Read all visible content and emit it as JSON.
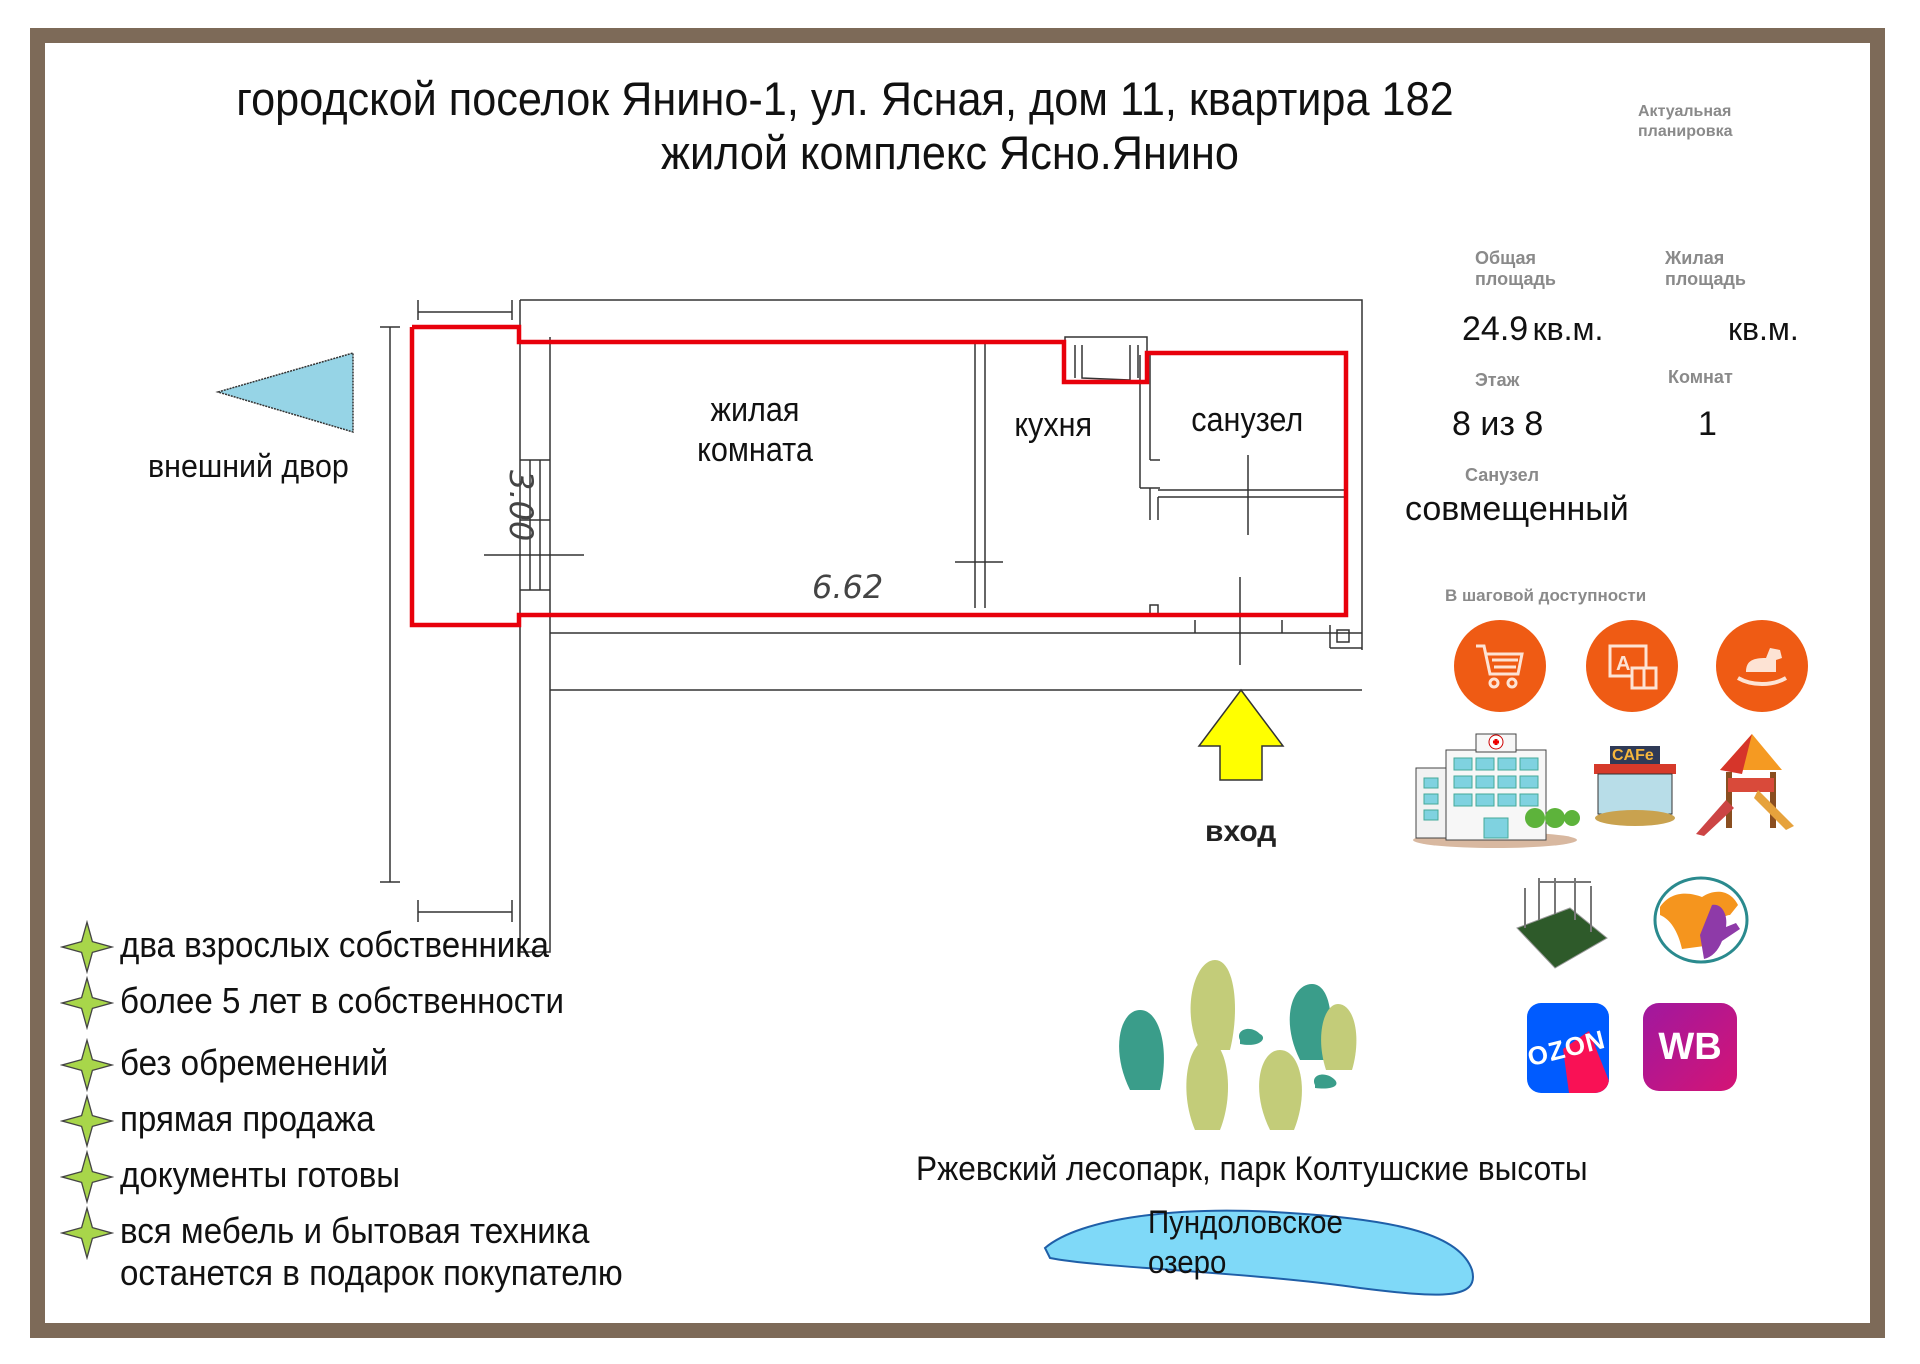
{
  "header": {
    "address_line": "городской поселок Янино-1, ул. Ясная, дом 11, квартира 182",
    "complex_line": "жилой комплекс Ясно.Янино"
  },
  "badge": {
    "line1": "Актуальная",
    "line2": "планировка"
  },
  "stats": {
    "total_area_label_1": "Общая",
    "total_area_label_2": "площадь",
    "total_area_value": "24.9",
    "total_area_unit": "кв.м.",
    "living_area_label_1": "Жилая",
    "living_area_label_2": "площадь",
    "living_area_value": "",
    "living_area_unit": "кв.м.",
    "floor_label": "Этаж",
    "floor_value": "8 из 8",
    "rooms_label": "Комнат",
    "rooms_value": "1",
    "bathroom_label": "Санузел",
    "bathroom_value": "совмещенный"
  },
  "plan": {
    "yard_label": "внешний двор",
    "living_room_line1": "жилая",
    "living_room_line2": "комната",
    "kitchen_label": "кухня",
    "bathroom_label": "санузел",
    "width_dim": "3.00",
    "length_dim": "6.62",
    "entrance_label": "вход"
  },
  "amenities": {
    "title": "В шаговой доступности",
    "icons": [
      "shopping-cart",
      "school",
      "kindergarten-rocking-horse",
      "hospital",
      "cafe",
      "playground",
      "workout-area",
      "fitness",
      "ozon",
      "wildberries"
    ],
    "cafe_sign": "CAFe",
    "ozon_label": "OZON",
    "wb_label": "WB"
  },
  "features": [
    "два взрослых собственника",
    "более 5 лет в собственности",
    "без обременений",
    "прямая продажа",
    "документы готовы",
    "вся мебель и бытовая техника",
    "останется в подарок покупателю"
  ],
  "nature": {
    "park_label": "Ржевский лесопарк, парк Колтушские высоты",
    "lake_line1": "Пундоловское",
    "lake_line2": "озеро"
  },
  "colors": {
    "frame": "#7d6a58",
    "plan_outline": "#e8000b",
    "arrow_yard": "#96d4e6",
    "arrow_entrance": "#ffff00",
    "amenity_orange": "#ef5b14",
    "lake": "#7fd9f8",
    "star": "#a8d64a"
  }
}
